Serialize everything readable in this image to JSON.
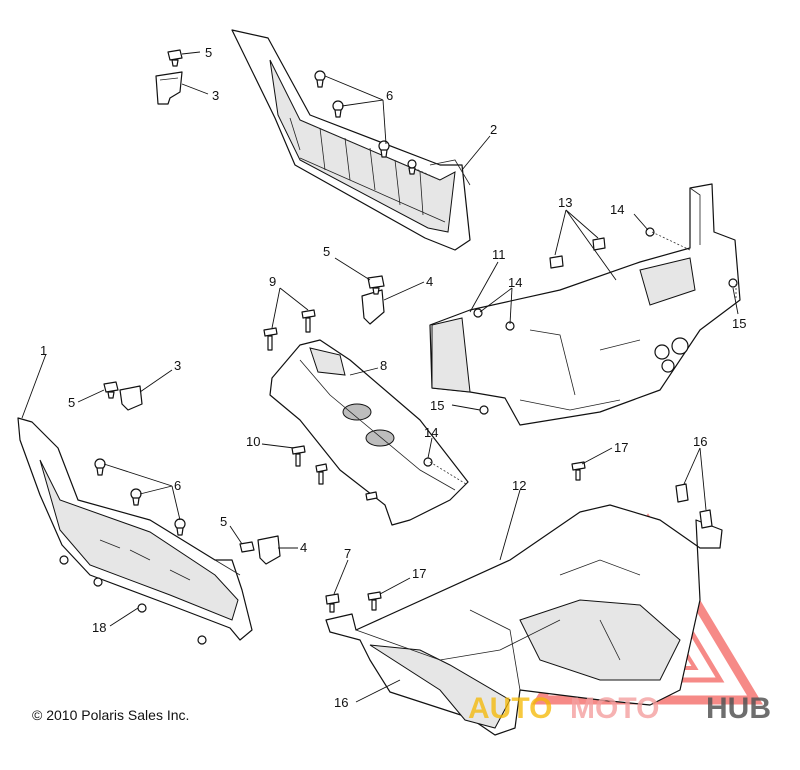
{
  "copyright": "© 2010 Polaris Sales Inc.",
  "watermark": {
    "part1": "AUTO",
    "part2": "MOTO",
    "part3": "HUB",
    "colors": {
      "part1": "#f5b800",
      "part2": "#f4a0a0",
      "part3": "#555555",
      "triangle": "#ee2a24"
    }
  },
  "callouts": {
    "c1": "1",
    "c2": "2",
    "c3a": "3",
    "c3b": "3",
    "c4a": "4",
    "c4b": "4",
    "c5a": "5",
    "c5b": "5",
    "c5c": "5",
    "c5d": "5",
    "c6a": "6",
    "c6b": "6",
    "c7": "7",
    "c8": "8",
    "c9": "9",
    "c10": "10",
    "c11": "11",
    "c12": "12",
    "c13": "13",
    "c14a": "14",
    "c14b": "14",
    "c14c": "14",
    "c15a": "15",
    "c15b": "15",
    "c16a": "16",
    "c16b": "16",
    "c17a": "17",
    "c17b": "17",
    "c18": "18"
  }
}
